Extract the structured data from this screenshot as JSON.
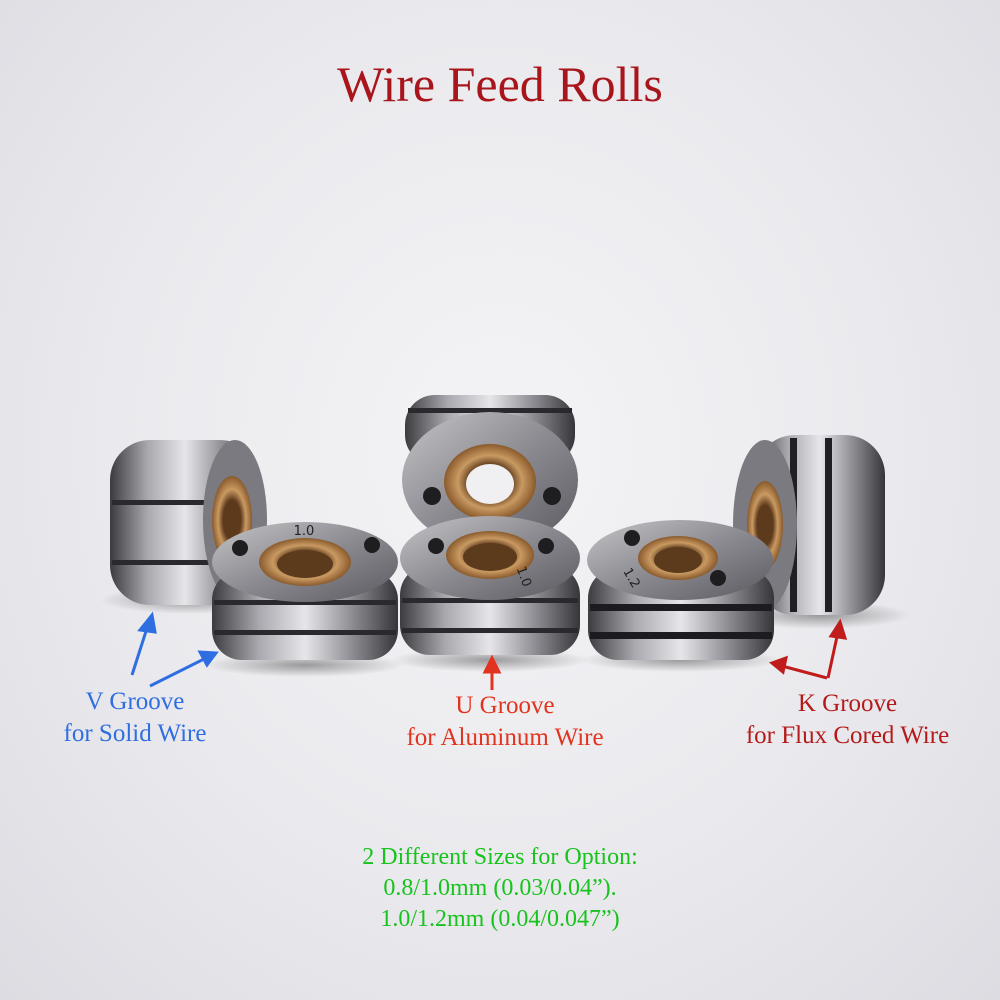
{
  "title": "Wire Feed Rolls",
  "labels": {
    "v_groove": {
      "line1": "V Groove",
      "line2": "for Solid Wire"
    },
    "u_groove": {
      "line1": "U Groove",
      "line2": "for Aluminum Wire"
    },
    "k_groove": {
      "line1": "K Groove",
      "line2": "for Flux Cored Wire"
    }
  },
  "roll_markings": {
    "left_front": "1.0",
    "center_front": "1.0",
    "right_front": "1.2"
  },
  "note": {
    "line1": "2 Different Sizes for Option:",
    "line2": "0.8/1.0mm (0.03/0.04”).",
    "line3": "1.0/1.2mm (0.04/0.047”)"
  },
  "colors": {
    "title": "#a8161c",
    "v_label": "#2f6ee0",
    "u_label": "#e1331e",
    "k_label": "#b51a1a",
    "note": "#18c31e",
    "arrow_blue": "#2f6ee0",
    "arrow_red": "#e1331e",
    "arrow_darkred": "#c01c1c"
  }
}
